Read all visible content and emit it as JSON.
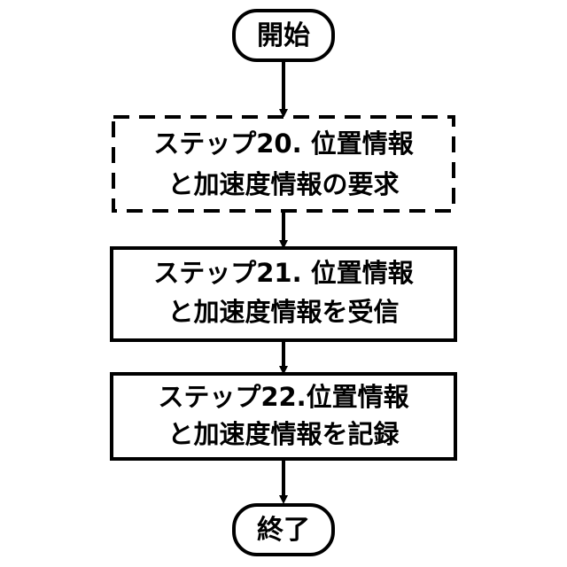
{
  "flowchart": {
    "start": {
      "label": "開始"
    },
    "end": {
      "label": "終了"
    },
    "steps": [
      {
        "line1": "ステップ20. 位置情報",
        "line2": "と加速度情報の要求",
        "border": "dashed"
      },
      {
        "line1": "ステップ21. 位置情報",
        "line2": "と加速度情報を受信",
        "border": "solid"
      },
      {
        "line1": "ステップ22.位置情報",
        "line2": "と加速度情報を記録",
        "border": "solid"
      }
    ]
  },
  "colors": {
    "stroke": "#000000",
    "background": "#ffffff",
    "text": "#000000"
  }
}
